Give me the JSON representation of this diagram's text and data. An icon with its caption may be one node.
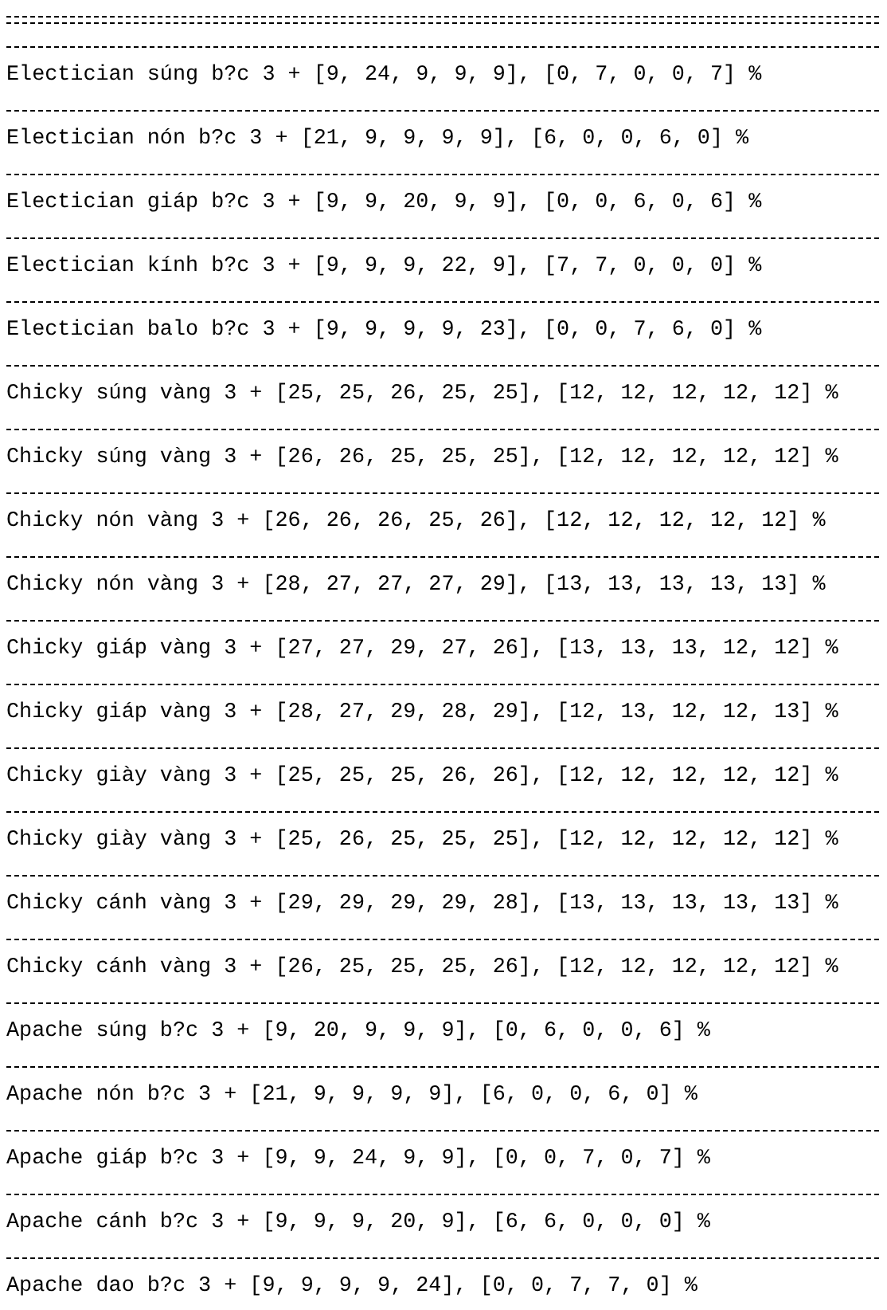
{
  "diagram": {
    "labels": [
      "Electician súng b?c 3 + [9, 24, 9, 9, 9], [0, 7, 0, 0, 7] %",
      "Electician nón b?c 3 + [21, 9, 9, 9, 9], [6, 0, 0, 6, 0] %",
      "Electician giáp b?c 3 + [9, 9, 20, 9, 9], [0, 0, 6, 0, 6] %",
      "Electician kính b?c 3 + [9, 9, 9, 22, 9], [7, 7, 0, 0, 0] %",
      "Electician balo b?c 3 + [9, 9, 9, 9, 23], [0, 0, 7, 6, 0] %",
      "Chicky súng vàng 3 + [25, 25, 26, 25, 25], [12, 12, 12, 12, 12] %",
      "Chicky súng vàng 3 + [26, 26, 25, 25, 25], [12, 12, 12, 12, 12] %",
      "Chicky nón vàng 3 + [26, 26, 26, 25, 26], [12, 12, 12, 12, 12] %",
      "Chicky nón vàng 3 + [28, 27, 27, 27, 29], [13, 13, 13, 13, 13] %",
      "Chicky giáp vàng 3 + [27, 27, 29, 27, 26], [13, 13, 13, 12, 12] %",
      "Chicky giáp vàng 3 + [28, 27, 29, 28, 29], [12, 13, 12, 12, 13] %",
      "Chicky giày vàng 3 + [25, 25, 25, 26, 26], [12, 12, 12, 12, 12] %",
      "Chicky giày vàng 3 + [25, 26, 25, 25, 25], [12, 12, 12, 12, 12] %",
      "Chicky cánh vàng 3 + [29, 29, 29, 29, 28], [13, 13, 13, 13, 13] %",
      "Chicky cánh vàng 3 + [26, 25, 25, 25, 26], [12, 12, 12, 12, 12] %",
      "Apache súng b?c 3 + [9, 20, 9, 9, 9], [0, 6, 0, 0, 6] %",
      "Apache nón b?c 3 + [21, 9, 9, 9, 9], [6, 0, 0, 6, 0] %",
      "Apache giáp b?c 3 + [9, 9, 24, 9, 9], [0, 0, 7, 0, 7] %",
      "Apache cánh b?c 3 + [9, 9, 9, 20, 9], [6, 6, 0, 0, 0] %",
      "Apache dao b?c 3 + [9, 9, 9, 9, 24], [0, 0, 7, 7, 0] %"
    ]
  }
}
